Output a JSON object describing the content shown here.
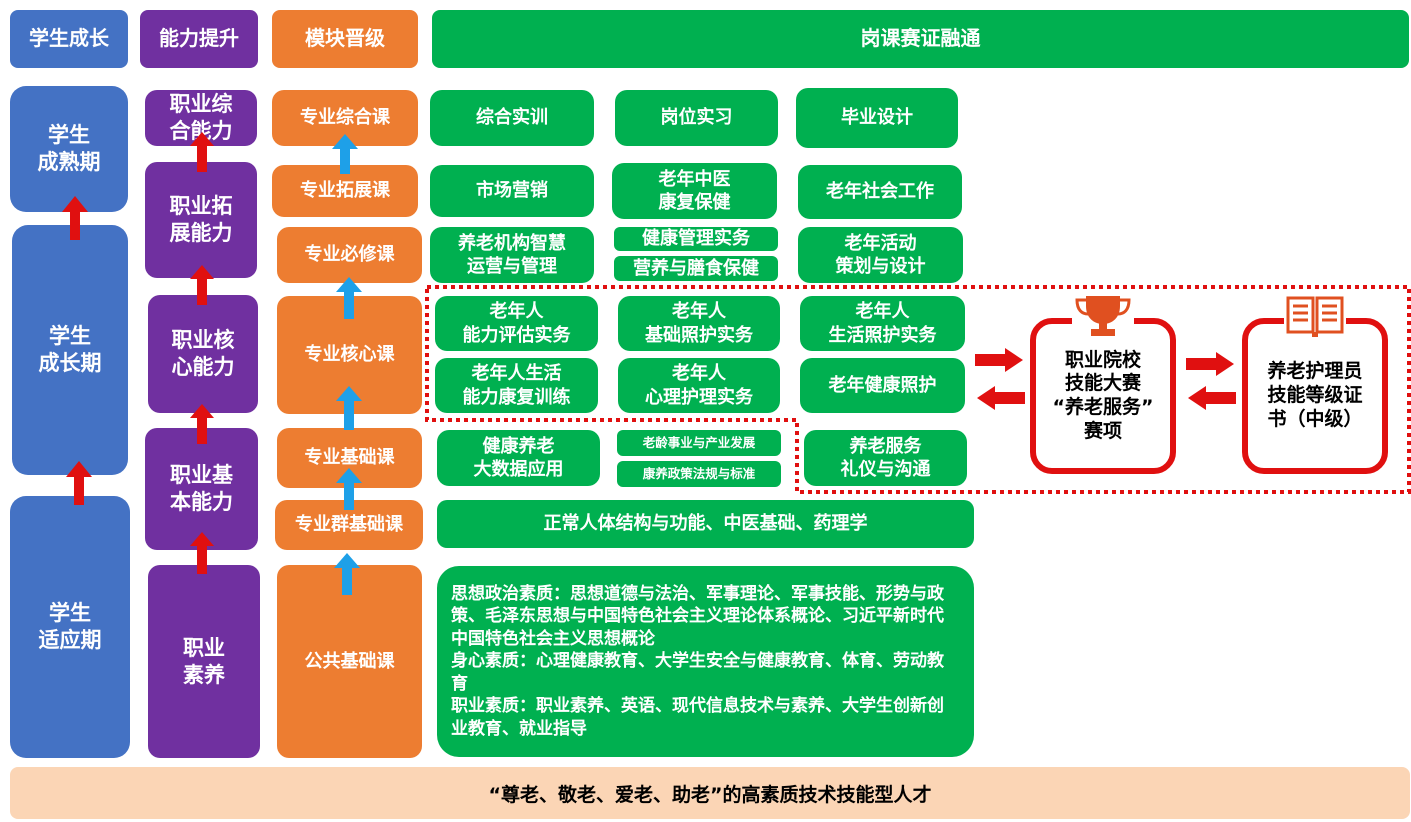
{
  "headers": {
    "growth": "学生成长",
    "ability": "能力提升",
    "module": "模块晋级",
    "integration": "岗课赛证融通"
  },
  "stages": {
    "mature": "学生\n成熟期",
    "growing": "学生\n成长期",
    "adapt": "学生\n适应期"
  },
  "abilities": {
    "comprehensive": "职业综\n合能力",
    "expand": "职业拓\n展能力",
    "core": "职业核\n心能力",
    "basic": "职业基\n本能力",
    "literacy": "职业\n素养"
  },
  "modules": {
    "comprehensive": "专业综合课",
    "expand": "专业拓展课",
    "required": "专业必修课",
    "core": "专业核心课",
    "basic": "专业基础课",
    "group_basic": "专业群基础课",
    "public": "公共基础课"
  },
  "courses": {
    "c1": "综合实训",
    "c2": "岗位实习",
    "c3": "毕业设计",
    "c4": "市场营销",
    "c5": "老年中医\n康复保健",
    "c6": "老年社会工作",
    "c7": "养老机构智慧\n运营与管理",
    "c8": "健康管理实务",
    "c9": "营养与膳食保健",
    "c10": "老年活动\n策划与设计",
    "c11": "老年人\n能力评估实务",
    "c12": "老年人\n基础照护实务",
    "c13": "老年人\n生活照护实务",
    "c14": "老年人生活\n能力康复训练",
    "c15": "老年人\n心理护理实务",
    "c16": "老年健康照护",
    "c17": "健康养老\n大数据应用",
    "c18": "老龄事业与产业发展",
    "c19": "康养政策法规与标准",
    "c20": "养老服务\n礼仪与沟通",
    "c21": "正常人体结构与功能、中医基础、药理学",
    "c22": "思想政治素质：思想道德与法治、军事理论、军事技能、形势与政策、毛泽东思想与中国特色社会主义理论体系概论、习近平新时代中国特色社会主义思想概论\n身心素质：心理健康教育、大学生安全与健康教育、体育、劳动教育\n职业素质：职业素养、英语、现代信息技术与素养、大学生创新创业教育、就业指导"
  },
  "awards": {
    "competition": "职业院校\n技能大赛\n“养老服务”\n赛项",
    "certificate": "养老护理员\n技能等级证\n书（中级）"
  },
  "footer": "“尊老、敬老、爱老、助老”的高素质技术技能型人才",
  "icons": {
    "trophy": "trophy-icon",
    "book": "book-icon"
  },
  "colors": {
    "blue": "#4472C4",
    "purple": "#7030A0",
    "orange": "#ED7D31",
    "green": "#00B050",
    "red": "#E01010",
    "light_blue": "#1EA0E8",
    "footer_bg": "#FBD5B5"
  }
}
